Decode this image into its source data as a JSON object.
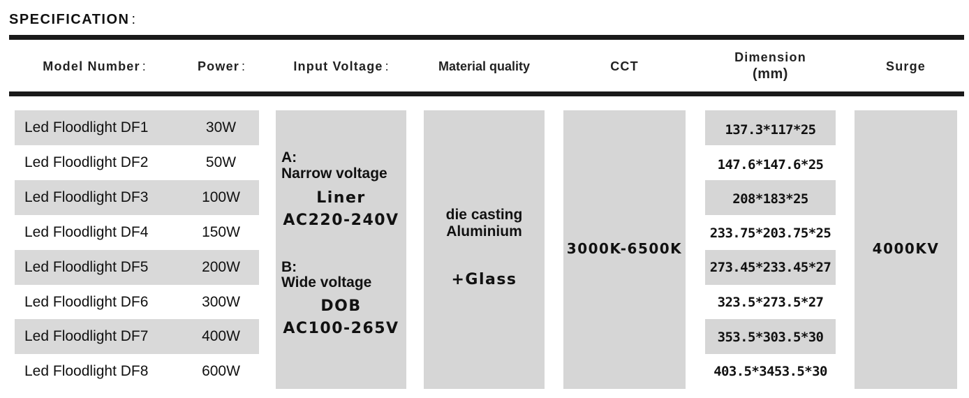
{
  "title": "SPECIFICATION",
  "title_colon": ":",
  "headers": {
    "model": "Model Number",
    "power": "Power",
    "voltage": "Input Voltage",
    "material": "Material quality",
    "cct": "CCT",
    "dimension": "Dimension",
    "dimension_unit": "(mm)",
    "surge": "Surge",
    "colon": ":"
  },
  "rows": [
    {
      "model": "Led Floodlight DF1",
      "power": "30W",
      "dimension": "137.3*117*25"
    },
    {
      "model": "Led Floodlight DF2",
      "power": "50W",
      "dimension": "147.6*147.6*25"
    },
    {
      "model": "Led Floodlight DF3",
      "power": "100W",
      "dimension": "208*183*25"
    },
    {
      "model": "Led Floodlight DF4",
      "power": "150W",
      "dimension": "233.75*203.75*25"
    },
    {
      "model": "Led Floodlight DF5",
      "power": "200W",
      "dimension": "273.45*233.45*27"
    },
    {
      "model": "Led Floodlight DF6",
      "power": "300W",
      "dimension": "323.5*273.5*27"
    },
    {
      "model": "Led Floodlight DF7",
      "power": "400W",
      "dimension": "353.5*303.5*30"
    },
    {
      "model": "Led Floodlight DF8",
      "power": "600W",
      "dimension": "403.5*3453.5*30"
    }
  ],
  "voltage": {
    "a_label": "A:",
    "a_name": "Narrow voltage",
    "a_type": "Liner",
    "a_range": "AC220-240V",
    "b_label": "B:",
    "b_name": "Wide voltage",
    "b_type": "DOB",
    "b_range": "AC100-265V"
  },
  "material": {
    "line1": "die casting",
    "line2": "Aluminium",
    "line3": "+Glass"
  },
  "cct": "3000K-6500K",
  "surge": "4000KV",
  "colors": {
    "rule": "#1a1a1a",
    "band": "#d9d9d9",
    "block": "#d6d6d6",
    "text": "#111111"
  }
}
